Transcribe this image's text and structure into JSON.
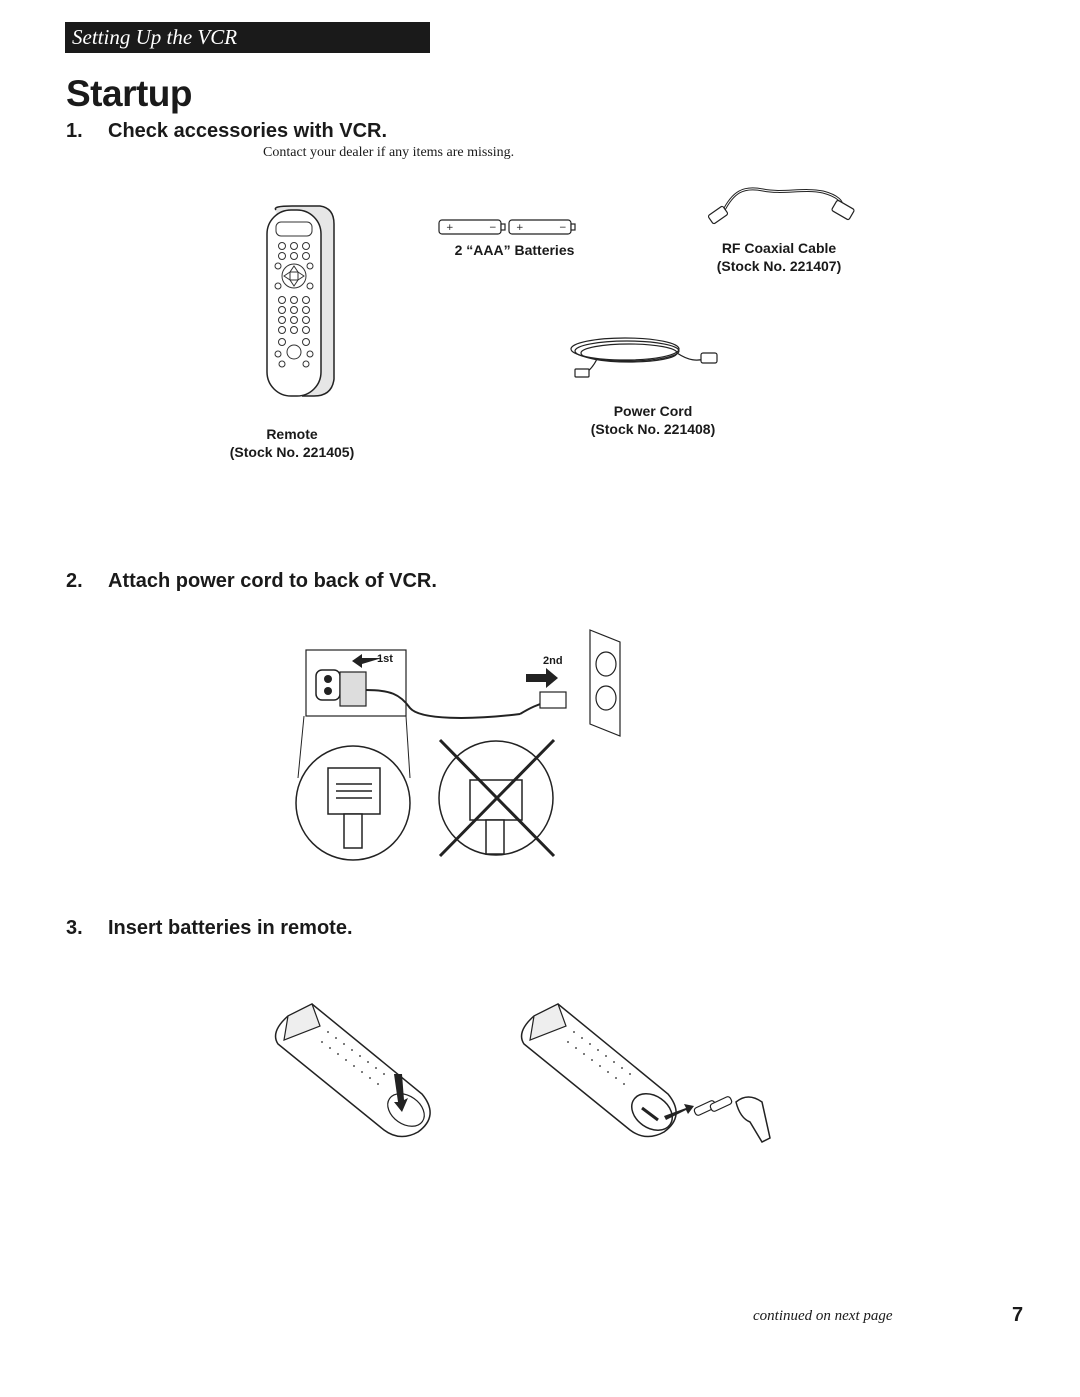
{
  "header": {
    "section_title": "Setting Up the VCR"
  },
  "page": {
    "title": "Startup",
    "number": "7"
  },
  "step1": {
    "number": "1.",
    "heading": "Check accessories with VCR.",
    "note": "Contact your dealer if any items are missing.",
    "items": [
      {
        "name": "2 “AAA” Batteries",
        "stock": ""
      },
      {
        "name": "RF Coaxial Cable",
        "stock": "(Stock No. 221407)"
      },
      {
        "name": "Power Cord",
        "stock": "(Stock No. 221408)"
      },
      {
        "name": "Remote",
        "stock": "(Stock No. 221405)"
      }
    ]
  },
  "step2": {
    "number": "2.",
    "heading": "Attach power cord to back of VCR.",
    "label_first": "1st",
    "label_second": "2nd"
  },
  "step3": {
    "number": "3.",
    "heading": "Insert batteries in remote."
  },
  "footer": {
    "continued": "continued on next page"
  }
}
